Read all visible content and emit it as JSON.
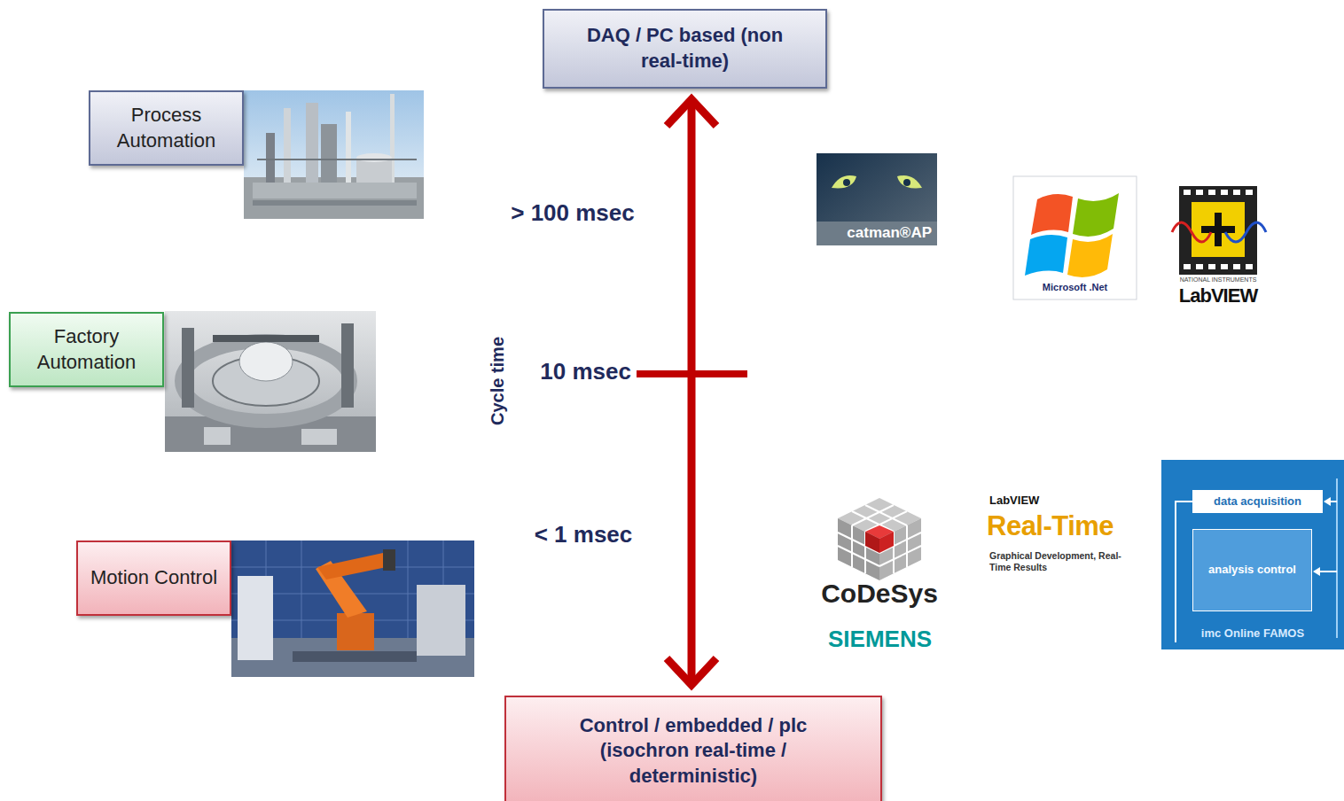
{
  "diagram": {
    "nodes": [
      {
        "text": [
          "DAQ / PC based (non real-time)"
        ]
      },
      {
        "text": [
          "Process Automation"
        ]
      },
      {
        "text": [
          "Factory Automation"
        ]
      },
      {
        "text": [
          "Motion Control"
        ]
      },
      {
        "text": [
          "imc Online FAMOS"
        ]
      },
      {
        "text": [
          "data acquisition"
        ],
        "in": 4
      },
      {
        "text": [
          "analysis control"
        ],
        "in": 4
      },
      {
        "text": [
          "Control / embedded / plc (isochron real-time / deterministic)"
        ]
      }
    ],
    "edges": [
      {
        "from": 0,
        "to": 7,
        "arrow": "both"
      }
    ],
    "labels": [
      "> 100 msec",
      "Cycle time",
      "10 msec",
      "< 1 msec",
      "catman®AP",
      "Microsoft .Net",
      "NATIONAL INSTRUMENTS",
      "LabVIEW",
      "CoDeSys",
      "SIEMENS",
      "LabVIEW",
      "Real-Time",
      "Graphical Development, Real-Time Results"
    ]
  }
}
